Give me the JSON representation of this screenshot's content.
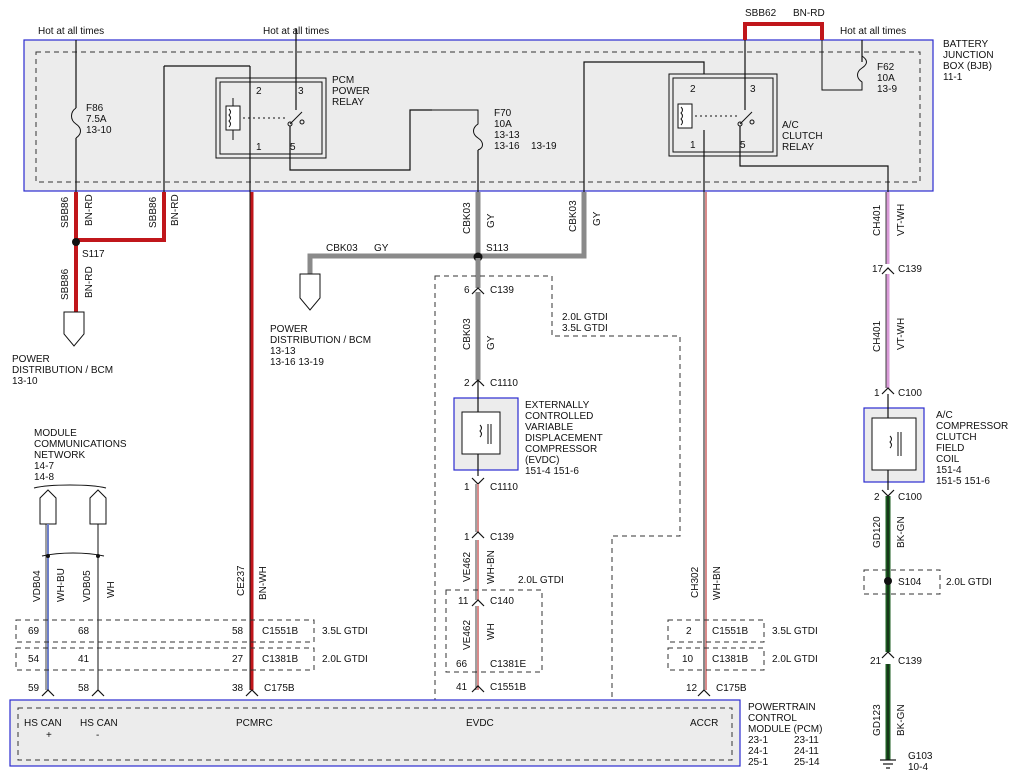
{
  "labels": {
    "hot1": "Hot at all times",
    "hot2": "Hot at all times",
    "hot3": "Hot at all times",
    "sbb62": "SBB62",
    "bnrd_top": "BN-RD",
    "bjb": [
      "BATTERY",
      "JUNCTION",
      "BOX (BJB)",
      "11-1"
    ],
    "f86": [
      "F86",
      "7.5A",
      "13-10"
    ],
    "f62": [
      "F62",
      "10A",
      "13-9"
    ],
    "f70": [
      "F70",
      "10A",
      "13-13",
      "13-16",
      "13-19"
    ],
    "pcm_relay": [
      "PCM",
      "POWER",
      "RELAY"
    ],
    "ac_relay": [
      "A/C",
      "CLUTCH",
      "RELAY"
    ],
    "relay_pins": [
      "2",
      "3",
      "1",
      "5"
    ],
    "s117": "S117",
    "s113": "S113",
    "cbk03": "CBK03",
    "gy": "GY",
    "sbb86": "SBB86",
    "bnrd": "BN-RD",
    "ch401": "CH401",
    "vtwh": "VT-WH",
    "c139": "C139",
    "c100": "C100",
    "c1110": "C1110",
    "c140": "C140",
    "c1381e": "C1381E",
    "c1551b": "C1551B",
    "c1381b": "C1381B",
    "c175b": "C175B",
    "pd_bcm_left": [
      "POWER",
      "DISTRIBUTION / BCM",
      "13-10"
    ],
    "pd_bcm_mid": [
      "POWER",
      "DISTRIBUTION / BCM",
      "13-13",
      "13-16   13-19"
    ],
    "gtdi_both": [
      "2.0L GTDI",
      "3.5L GTDI"
    ],
    "gtdi20": "2.0L GTDI",
    "gtdi35": "3.5L GTDI",
    "evdc": [
      "EXTERNALLY",
      "CONTROLLED",
      "VARIABLE",
      "DISPLACEMENT",
      "COMPRESSOR",
      "(EVDC)",
      "151-4     151-6"
    ],
    "ac_coil": [
      "A/C",
      "COMPRESSOR",
      "CLUTCH",
      "FIELD",
      "COIL",
      "151-4",
      "151-5    151-6"
    ],
    "mcn": [
      "MODULE",
      "COMMUNICATIONS",
      "NETWORK",
      "14-7",
      "14-8"
    ],
    "vdb04": "VDB04",
    "whbu": "WH-BU",
    "vdb05": "VDB05",
    "wh": "WH",
    "ce237": "CE237",
    "bnwh": "BN-WH",
    "ve462": "VE462",
    "whbn": "WH-BN",
    "ch302": "CH302",
    "gd120": "GD120",
    "gd123": "GD123",
    "bkgn": "BK-GN",
    "s104": "S104",
    "g103": [
      "G103",
      "10-4"
    ],
    "pcm": [
      "POWERTRAIN",
      "CONTROL",
      "MODULE (PCM)"
    ],
    "pcm_refs": [
      "23-1",
      "23-11",
      "24-1",
      "24-11",
      "25-1",
      "25-14"
    ],
    "pcm_pins": [
      "HS CAN",
      "+",
      "HS CAN",
      "-",
      "PCMRC",
      "EVDC",
      "ACCR"
    ],
    "pins": {
      "p6": "6",
      "p2": "2",
      "p1": "1",
      "p1b": "1",
      "p11": "11",
      "p66": "66",
      "p41": "41",
      "p17": "17",
      "p1c": "1",
      "p2c": "2",
      "p21": "21",
      "p69": "69",
      "p68": "68",
      "p58": "58",
      "p54": "54",
      "p41b": "41",
      "p27": "27",
      "p59": "59",
      "p58b": "58",
      "p38": "38",
      "p12": "12",
      "pr2": "2",
      "pr10": "10"
    }
  },
  "colors": {
    "red": "#c0161b",
    "gray": "#8a8a8a",
    "pink": "#d99bd8",
    "green": "#1d5e22",
    "frame": "#2b2bd0"
  }
}
